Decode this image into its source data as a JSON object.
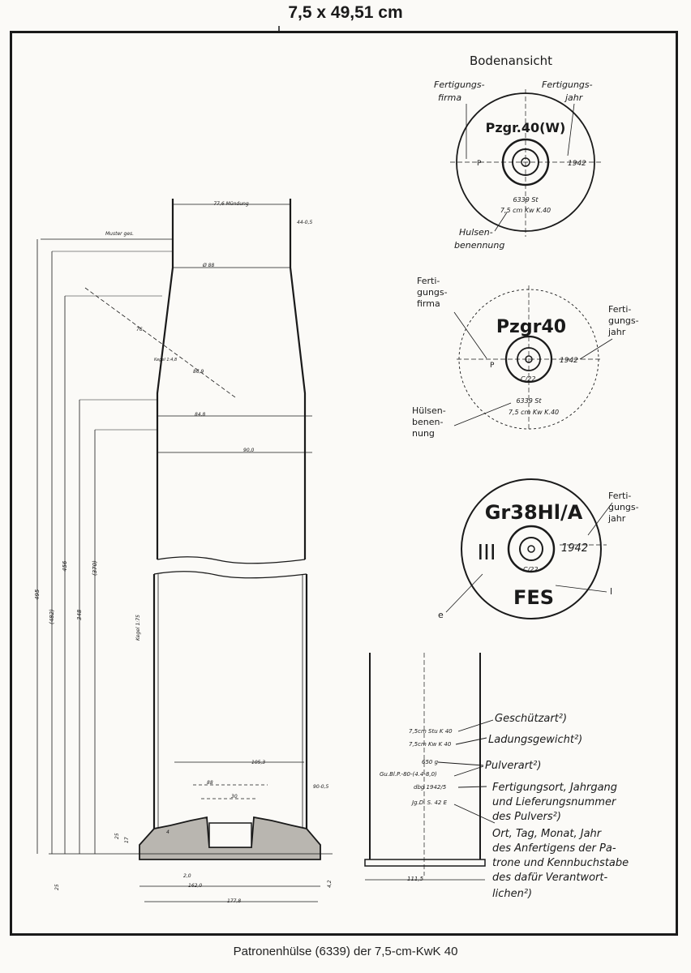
{
  "header": {
    "title": "7,5 x 49,51 cm"
  },
  "caption": "Patronenhülse (6339) der 7,5-cm-KwK 40",
  "base_views": {
    "heading": "Bodenansicht",
    "view1": {
      "maker_label_line1": "Fertigungs-",
      "maker_label_line2": "firma",
      "year_label_line1": "Fertigungs-",
      "year_label_line2": "jahr",
      "stamp_top": "Pzgr.40(W)",
      "left_mark": "P",
      "year": "1942",
      "code_line1": "6339 St",
      "code_line2": "7,5 cm Kw K.40",
      "name_label_line1": "Hulsen-",
      "name_label_line2": "benennung"
    },
    "view2": {
      "maker_label_line1": "Ferti-",
      "maker_label_line2": "gungs-",
      "maker_label_line3": "firma",
      "year_label_line1": "Ferti-",
      "year_label_line2": "gungs-",
      "year_label_line3": "jahr",
      "stamp_top": "Pzgr40",
      "left_mark": "P",
      "year": "1942",
      "primer": "C/22",
      "code_line1": "6339 St",
      "code_line2": "7,5 cm Kw K.40",
      "name_label_line1": "Hülsen-",
      "name_label_line2": "benen-",
      "name_label_line3": "nung"
    },
    "view3": {
      "year_label_line1": "Ferti-",
      "year_label_line2": "gungs-",
      "year_label_line3": "jahr",
      "stamp_top": "Gr38Hl/A",
      "left_mark": "III",
      "year": "1942",
      "primer": "C/22",
      "bottom_mark": "FES",
      "callout_e": "e",
      "callout_l": "l"
    }
  },
  "side_view": {
    "stamps": [
      "7,5cm Stu K 40",
      "7,5cm Kw K 40",
      "650 g",
      "Gu.Bl.P.-80-(4.4-8,0)",
      "dbg 1942/5",
      "Jg.D. S. 42 E"
    ],
    "dim_bottom": "111,5",
    "labels": {
      "gun": "Geschützart²)",
      "charge": "Ladungsgewicht²)",
      "powder": "Pulverart²)",
      "place_1": "Fertigungsort, Jahrgang",
      "place_2": "und Lieferungsnummer",
      "place_3": "des Pulvers²)",
      "date_1": "Ort, Tag, Monat, Jahr",
      "date_2": "des Anfertigens der Pa-",
      "date_3": "trone und Kennbuchstabe",
      "date_4": "des dafür Verantwort-",
      "date_5": "lichen²)"
    }
  },
  "cross_section": {
    "dims": [
      "77,6 Mündung",
      "44-0,5",
      "Muster ges.",
      "Ø 88",
      "76",
      "86,9",
      "84,8",
      "90,0",
      "495",
      "(482)",
      "456",
      "348",
      "(370)",
      "Kegel 1:4,8",
      "Kegel 1:75",
      "105,3",
      "88",
      "30",
      "4",
      "25",
      "17",
      "90-0,5",
      "2,0",
      "162,0",
      "177,8",
      "25",
      "4,2"
    ]
  }
}
